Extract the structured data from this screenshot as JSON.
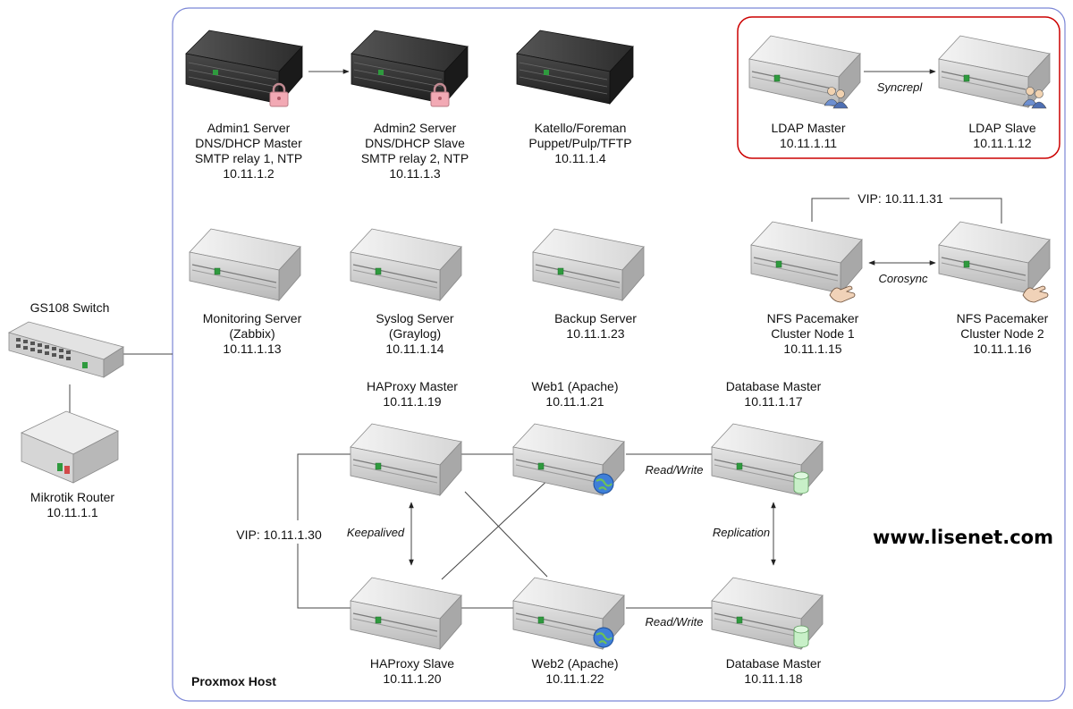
{
  "colors": {
    "host_border": "#7b86d6",
    "ldap_border": "#cc0000",
    "line": "#444444"
  },
  "host": {
    "label": "Proxmox Host"
  },
  "watermark": "www.lisenet.com",
  "external": {
    "switch": {
      "lines": [
        "GS108 Switch"
      ]
    },
    "router": {
      "lines": [
        "Mikrotik Router",
        "10.11.1.1"
      ]
    }
  },
  "servers": {
    "admin1": {
      "lines": [
        "Admin1 Server",
        "DNS/DHCP Master",
        "SMTP relay 1, NTP",
        "10.11.1.2"
      ],
      "icon": "lock-icon"
    },
    "admin2": {
      "lines": [
        "Admin2 Server",
        "DNS/DHCP Slave",
        "SMTP relay 2, NTP",
        "10.11.1.3"
      ],
      "icon": "lock-icon"
    },
    "katello": {
      "lines": [
        "Katello/Foreman",
        "Puppet/Pulp/TFTP",
        "10.11.1.4"
      ]
    },
    "ldap_master": {
      "lines": [
        "LDAP Master",
        "10.11.1.11"
      ],
      "icon": "users-icon"
    },
    "ldap_slave": {
      "lines": [
        "LDAP Slave",
        "10.11.1.12"
      ],
      "icon": "users-icon"
    },
    "monitoring": {
      "lines": [
        "Monitoring Server",
        "(Zabbix)",
        "10.11.1.13"
      ]
    },
    "syslog": {
      "lines": [
        "Syslog Server",
        "(Graylog)",
        "10.11.1.14"
      ]
    },
    "backup": {
      "lines": [
        "Backup Server",
        "10.11.1.23"
      ]
    },
    "nfs1": {
      "lines": [
        "NFS Pacemaker",
        "Cluster Node 1",
        "10.11.1.15"
      ],
      "icon": "hand-icon"
    },
    "nfs2": {
      "lines": [
        "NFS Pacemaker",
        "Cluster Node 2",
        "10.11.1.16"
      ],
      "icon": "hand-icon"
    },
    "haproxy_master": {
      "lines": [
        "HAProxy Master",
        "10.11.1.19"
      ]
    },
    "web1": {
      "lines": [
        "Web1 (Apache)",
        "10.11.1.21"
      ],
      "icon": "globe-icon"
    },
    "db_master1": {
      "lines": [
        "Database Master",
        "10.11.1.17"
      ],
      "icon": "database-icon"
    },
    "haproxy_slave": {
      "lines": [
        "HAProxy Slave",
        "10.11.1.20"
      ]
    },
    "web2": {
      "lines": [
        "Web2 (Apache)",
        "10.11.1.22"
      ],
      "icon": "globe-icon"
    },
    "db_master2": {
      "lines": [
        "Database Master",
        "10.11.1.18"
      ],
      "icon": "database-icon"
    }
  },
  "links": {
    "syncrepl": "Syncrepl",
    "corosync": "Corosync",
    "nfs_vip": "VIP: 10.11.1.31",
    "haproxy_vip": "VIP: 10.11.1.30",
    "keepalived": "Keepalived",
    "read_write_1": "Read/Write",
    "read_write_2": "Read/Write",
    "replication": "Replication"
  }
}
